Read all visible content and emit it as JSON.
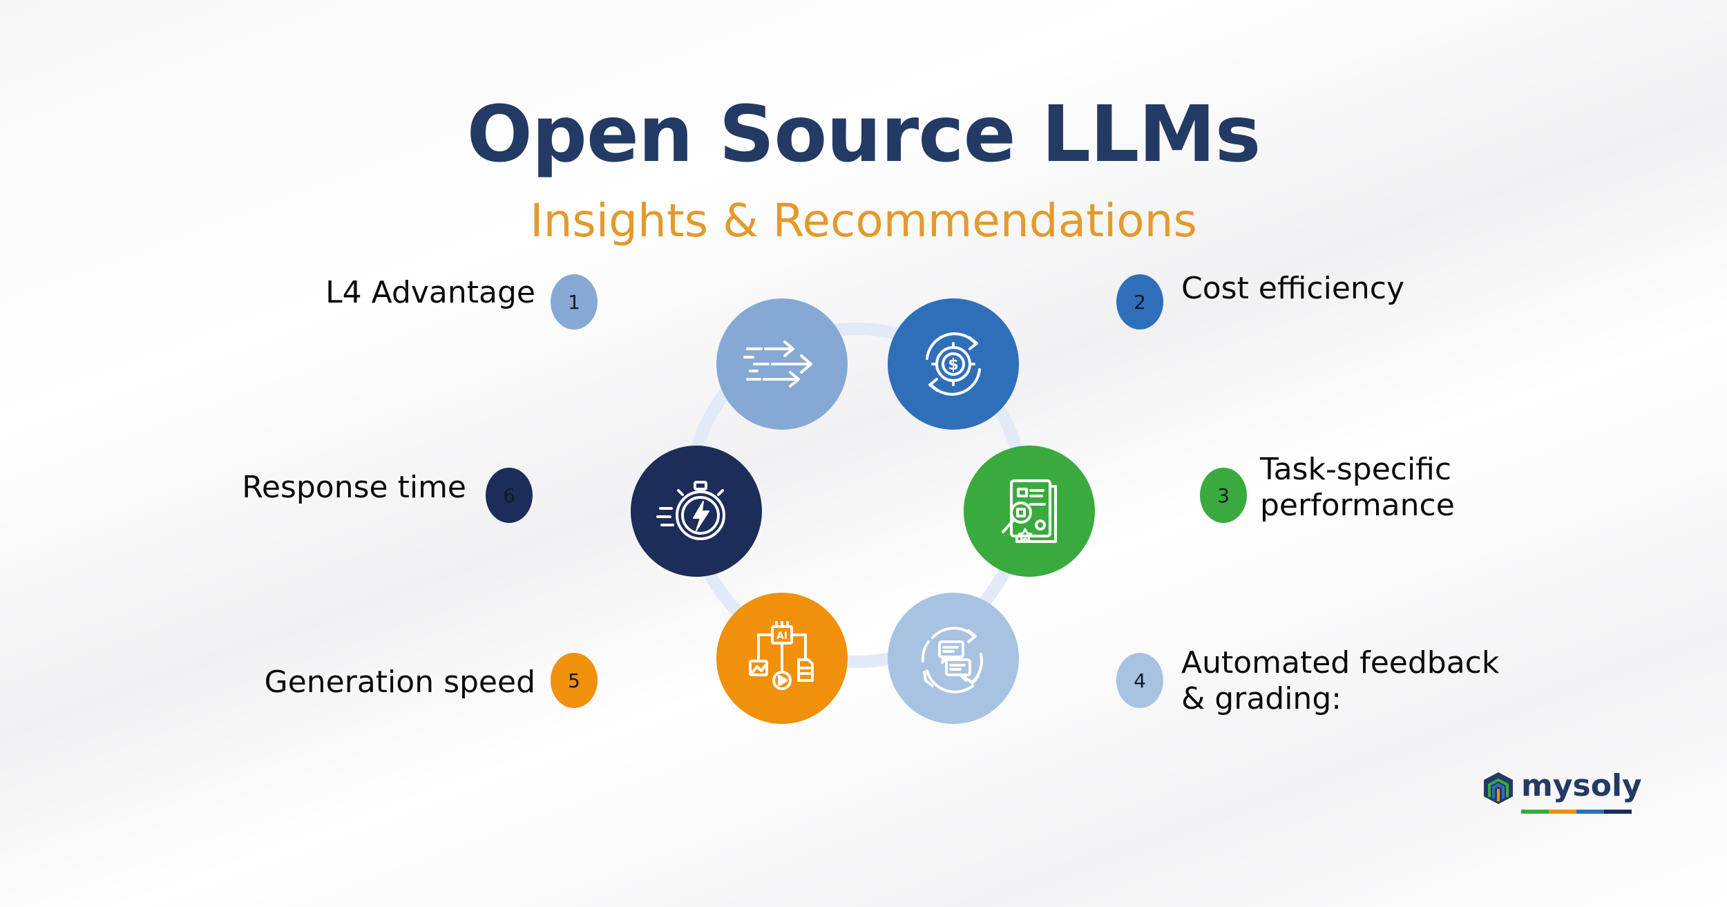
{
  "title": "Open Source LLMs",
  "subtitle": "Insights & Recommendations",
  "colors": {
    "title": "#233a64",
    "subtitle": "#e39a2d",
    "light_blue": "#85a9d4",
    "mid_blue": "#2f6fba",
    "green": "#3aaa3f",
    "pale_blue": "#a8c2e2",
    "orange": "#f0900b",
    "navy": "#1c2d59",
    "ring": "#e1eaf6"
  },
  "items": [
    {
      "number": "1",
      "label": "L4 Advantage",
      "icon": "forward-arrows-icon"
    },
    {
      "number": "2",
      "label": "Cost efficiency",
      "icon": "dollar-gear-icon"
    },
    {
      "number": "3",
      "label_line1": "Task-specific",
      "label_line2": "performance",
      "icon": "document-search-icon"
    },
    {
      "number": "4",
      "label_line1": "Automated feedback",
      "label_line2": "& grading:",
      "icon": "chat-cycle-icon"
    },
    {
      "number": "5",
      "label": "Generation speed",
      "icon": "ai-chip-flow-icon"
    },
    {
      "number": "6",
      "label": "Response time",
      "icon": "stopwatch-icon"
    }
  ],
  "logo": {
    "text": "mysoly",
    "bar_colors": [
      "#3aaa3f",
      "#f0900b",
      "#2f6fba",
      "#1c2d59"
    ]
  }
}
